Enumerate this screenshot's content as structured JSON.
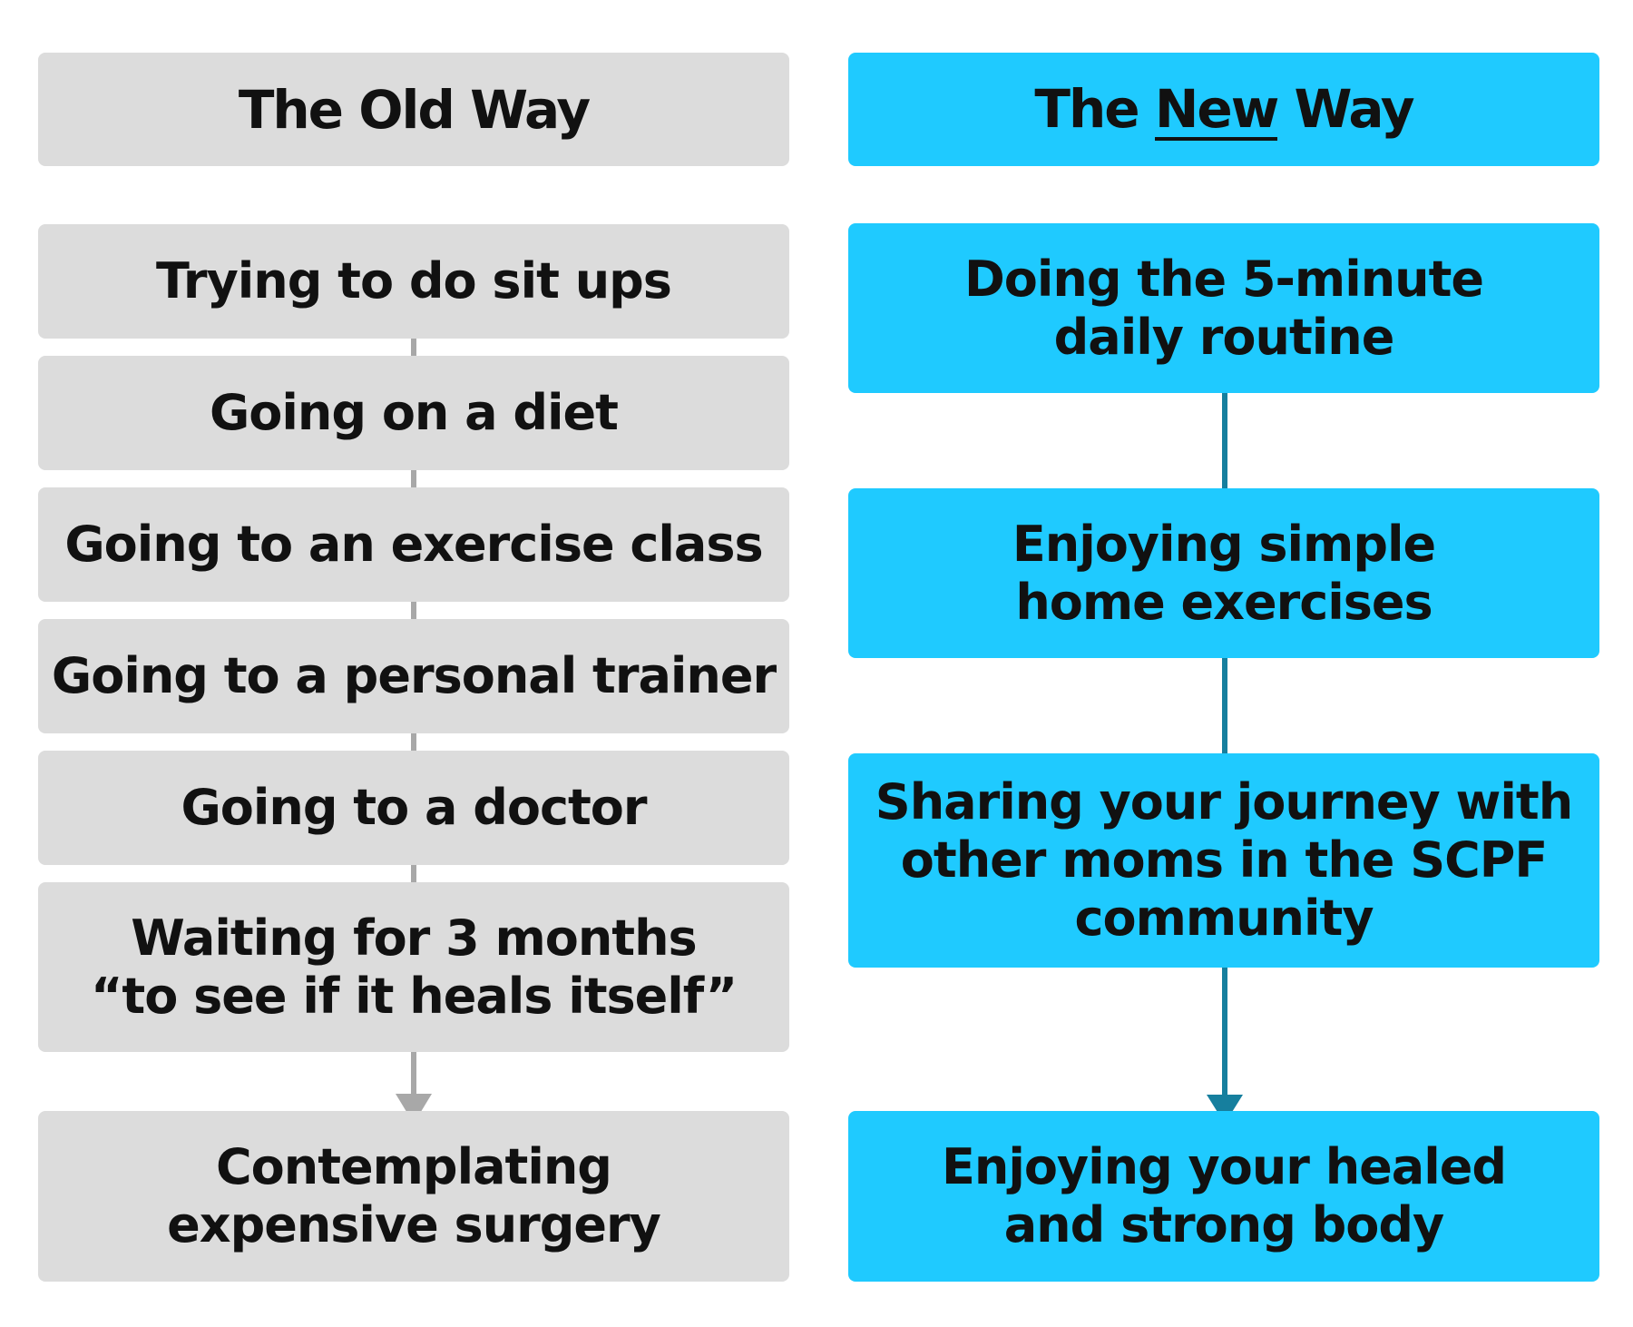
{
  "colors": {
    "old_box": "#dcdcdc",
    "new_box": "#1fcaff",
    "old_connector": "#a8a8a8",
    "new_connector": "#167f9e",
    "text": "#111111"
  },
  "old_way": {
    "header": {
      "prefix": "The Old Way"
    },
    "items": [
      {
        "lines": [
          "Trying to do sit ups"
        ]
      },
      {
        "lines": [
          "Going on a diet"
        ]
      },
      {
        "lines": [
          "Going to an exercise class"
        ]
      },
      {
        "lines": [
          "Going to a personal trainer"
        ]
      },
      {
        "lines": [
          "Going to a doctor"
        ]
      },
      {
        "lines": [
          "Waiting for 3 months",
          "“to see if it heals itself”"
        ]
      },
      {
        "lines": [
          "Contemplating",
          "expensive surgery"
        ]
      }
    ]
  },
  "new_way": {
    "header": {
      "prefix": "The",
      "emphasis": "New",
      "suffix": "Way"
    },
    "items": [
      {
        "lines": [
          "Doing the 5-minute",
          "daily routine"
        ]
      },
      {
        "lines": [
          "Enjoying simple",
          "home exercises"
        ]
      },
      {
        "lines": [
          "Sharing your journey with",
          "other moms in the SCPF",
          "community"
        ]
      },
      {
        "lines": [
          "Enjoying your healed",
          "and strong body"
        ]
      }
    ]
  }
}
